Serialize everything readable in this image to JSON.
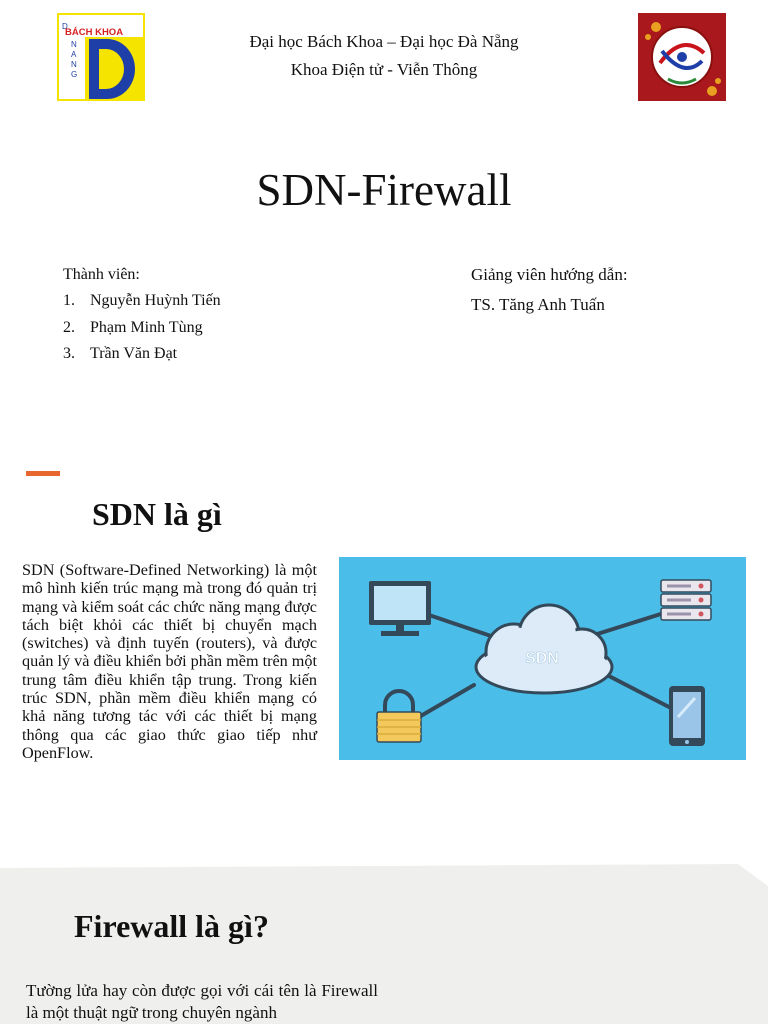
{
  "header": {
    "university_line": "Đại học Bách Khoa – Đại học Đà Nẵng",
    "faculty_line": "Khoa Điện tử - Viễn Thông",
    "logo_left_text": "BÁCH KHOA",
    "logo_left_vertical": [
      "D",
      "N",
      "A",
      "N",
      "G"
    ]
  },
  "title": "SDN-Firewall",
  "members": {
    "label": "Thành viên:",
    "items": [
      {
        "num": "1.",
        "name": "Nguyễn Huỳnh Tiến"
      },
      {
        "num": "2.",
        "name": "Phạm Minh Tùng"
      },
      {
        "num": "3.",
        "name": "Trần Văn Đạt"
      }
    ]
  },
  "advisor": {
    "label": "Giảng viên hướng dẫn:",
    "name": "TS. Tăng Anh Tuấn"
  },
  "section_sdn": {
    "heading": "SDN là gì",
    "body": "SDN (Software-Defined Networking) là một mô hình kiến trúc mạng mà trong đó quản trị mạng và kiểm soát các chức năng mạng được tách biệt khỏi các thiết bị chuyển mạch (switches) và định tuyến (routers), và được quản lý và điều khiển bởi phần mềm trên một trung tâm điều khiển tập trung. Trong kiến trúc SDN, phần mềm điều khiển mạng có khả năng tương tác với các thiết bị mạng thông qua các giao thức giao tiếp như OpenFlow.",
    "diagram_label": "SDN"
  },
  "section_firewall": {
    "heading": "Firewall là gì?",
    "body": "Tường lửa hay còn được gọi với cái tên là Firewall là một thuật ngữ trong chuyên ngành"
  },
  "colors": {
    "accent": "#e8672f",
    "diagram_bg": "#4bbde9",
    "band_gray": "#efefed",
    "logo_yellow": "#f4e400",
    "logo_blue": "#1f3fa8",
    "logo_red_bg": "#a8181c"
  }
}
